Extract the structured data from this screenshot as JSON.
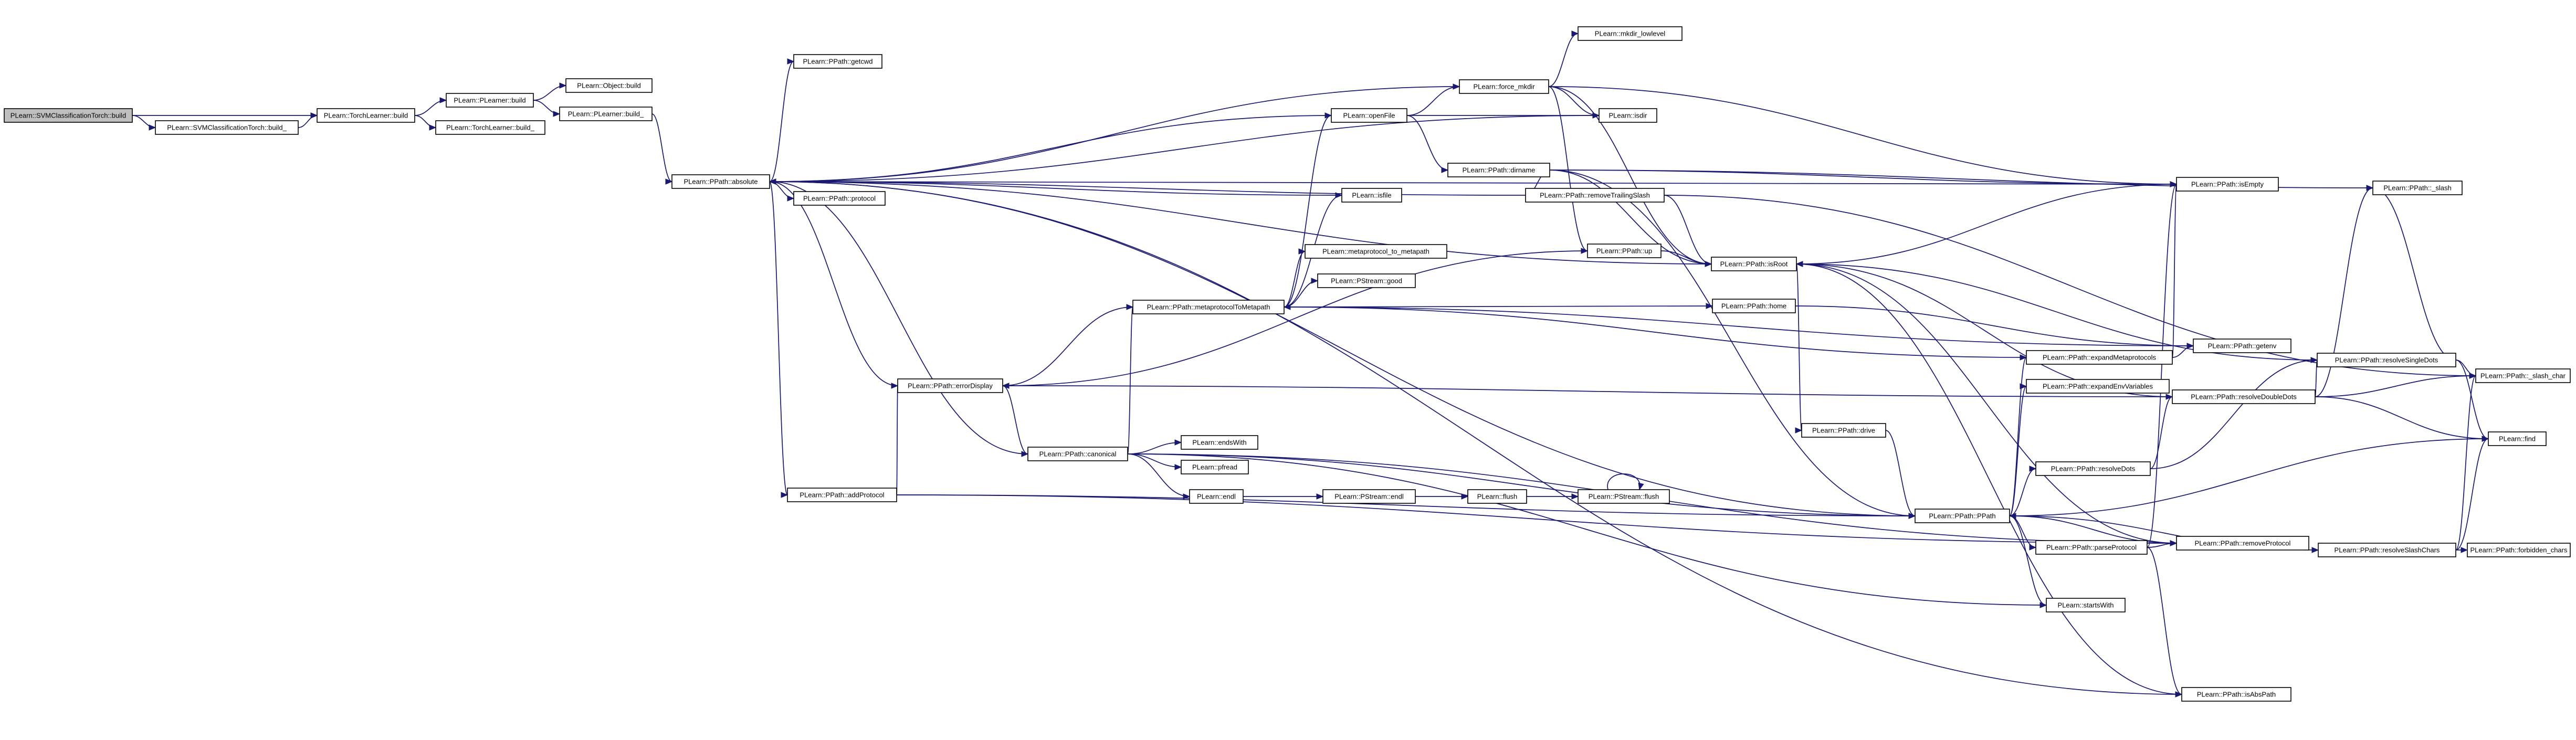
{
  "colors": {
    "edge": "#191970",
    "node_border": "#000000",
    "node_fill": "#ffffff",
    "root_fill": "#bfbfbf",
    "background": "#ffffff"
  },
  "nodes": [
    {
      "id": "n_svm_build",
      "label": "PLearn::SVMClassificationTorch::build",
      "root": true
    },
    {
      "id": "n_svm_build_",
      "label": "PLearn::SVMClassificationTorch::build_"
    },
    {
      "id": "n_tl_build",
      "label": "PLearn::TorchLearner::build"
    },
    {
      "id": "n_pl_build",
      "label": "PLearn::PLearner::build"
    },
    {
      "id": "n_tl_build_",
      "label": "PLearn::TorchLearner::build_"
    },
    {
      "id": "n_obj_build",
      "label": "PLearn::Object::build"
    },
    {
      "id": "n_pl_build_",
      "label": "PLearn::PLearner::build_"
    },
    {
      "id": "n_absolute",
      "label": "PLearn::PPath::absolute"
    },
    {
      "id": "n_getcwd",
      "label": "PLearn::PPath::getcwd"
    },
    {
      "id": "n_protocol",
      "label": "PLearn::PPath::protocol"
    },
    {
      "id": "n_addProtocol",
      "label": "PLearn::PPath::addProtocol"
    },
    {
      "id": "n_errorDisplay",
      "label": "PLearn::PPath::errorDisplay"
    },
    {
      "id": "n_canonical",
      "label": "PLearn::PPath::canonical"
    },
    {
      "id": "n_metaToMeta",
      "label": "PLearn::PPath::metaprotocolToMetapath"
    },
    {
      "id": "n_openFile",
      "label": "PLearn::openFile"
    },
    {
      "id": "n_isfile",
      "label": "PLearn::isfile"
    },
    {
      "id": "n_mp_to_metapath",
      "label": "PLearn::metaprotocol_to_metapath"
    },
    {
      "id": "n_ps_good",
      "label": "PLearn::PStream::good"
    },
    {
      "id": "n_endsWith",
      "label": "PLearn::endsWith"
    },
    {
      "id": "n_pfread",
      "label": "PLearn::pfread"
    },
    {
      "id": "n_endl",
      "label": "PLearn::endl"
    },
    {
      "id": "n_ps_endl",
      "label": "PLearn::PStream::endl"
    },
    {
      "id": "n_flush",
      "label": "PLearn::flush"
    },
    {
      "id": "n_ps_flush",
      "label": "PLearn::PStream::flush"
    },
    {
      "id": "n_force_mkdir",
      "label": "PLearn::force_mkdir"
    },
    {
      "id": "n_mkdir_lowlevel",
      "label": "PLearn::mkdir_lowlevel"
    },
    {
      "id": "n_isdir",
      "label": "PLearn::isdir"
    },
    {
      "id": "n_dirname",
      "label": "PLearn::PPath::dirname"
    },
    {
      "id": "n_removeTrailingSlash",
      "label": "PLearn::PPath::removeTrailingSlash"
    },
    {
      "id": "n_up",
      "label": "PLearn::PPath::up"
    },
    {
      "id": "n_isRoot",
      "label": "PLearn::PPath::isRoot"
    },
    {
      "id": "n_home",
      "label": "PLearn::PPath::home"
    },
    {
      "id": "n_drive",
      "label": "PLearn::PPath::drive"
    },
    {
      "id": "n_pp_ctor",
      "label": "PLearn::PPath::PPath"
    },
    {
      "id": "n_expandMeta",
      "label": "PLearn::PPath::expandMetaprotocols"
    },
    {
      "id": "n_expandEnv",
      "label": "PLearn::PPath::expandEnvVariables"
    },
    {
      "id": "n_resolveDots",
      "label": "PLearn::PPath::resolveDots"
    },
    {
      "id": "n_parseProtocol",
      "label": "PLearn::PPath::parseProtocol"
    },
    {
      "id": "n_startsWith",
      "label": "PLearn::startsWith"
    },
    {
      "id": "n_isAbsPath",
      "label": "PLearn::PPath::isAbsPath"
    },
    {
      "id": "n_isEmpty",
      "label": "PLearn::PPath::isEmpty"
    },
    {
      "id": "n_getenv",
      "label": "PLearn::PPath::getenv"
    },
    {
      "id": "n_removeProtocol",
      "label": "PLearn::PPath::removeProtocol"
    },
    {
      "id": "n_resolveDoubleDots",
      "label": "PLearn::PPath::resolveDoubleDots"
    },
    {
      "id": "n_resolveSingleDots",
      "label": "PLearn::PPath::resolveSingleDots"
    },
    {
      "id": "n_resolveSlashChars",
      "label": "PLearn::PPath::resolveSlashChars"
    },
    {
      "id": "n_slash",
      "label": "PLearn::PPath::_slash"
    },
    {
      "id": "n_slash_char",
      "label": "PLearn::PPath::_slash_char"
    },
    {
      "id": "n_find",
      "label": "PLearn::find"
    },
    {
      "id": "n_forbidden",
      "label": "PLearn::PPath::forbidden_chars"
    }
  ],
  "edges": [
    [
      "n_svm_build",
      "n_svm_build_"
    ],
    [
      "n_svm_build",
      "n_tl_build"
    ],
    [
      "n_svm_build_",
      "n_tl_build"
    ],
    [
      "n_tl_build",
      "n_pl_build"
    ],
    [
      "n_tl_build",
      "n_tl_build_"
    ],
    [
      "n_pl_build",
      "n_obj_build"
    ],
    [
      "n_pl_build",
      "n_pl_build_"
    ],
    [
      "n_pl_build_",
      "n_absolute"
    ],
    [
      "n_absolute",
      "n_getcwd"
    ],
    [
      "n_absolute",
      "n_protocol"
    ],
    [
      "n_absolute",
      "n_addProtocol"
    ],
    [
      "n_absolute",
      "n_isAbsPath"
    ],
    [
      "n_absolute",
      "n_isEmpty"
    ],
    [
      "n_absolute",
      "n_pp_ctor"
    ],
    [
      "n_addProtocol",
      "n_errorDisplay"
    ],
    [
      "n_addProtocol",
      "n_pp_ctor"
    ],
    [
      "n_addProtocol",
      "n_removeProtocol"
    ],
    [
      "n_errorDisplay",
      "n_absolute"
    ],
    [
      "n_errorDisplay",
      "n_canonical"
    ],
    [
      "n_canonical",
      "n_metaToMeta"
    ],
    [
      "n_canonical",
      "n_endsWith"
    ],
    [
      "n_canonical",
      "n_pfread"
    ],
    [
      "n_canonical",
      "n_endl"
    ],
    [
      "n_canonical",
      "n_startsWith"
    ],
    [
      "n_canonical",
      "n_pp_ctor"
    ],
    [
      "n_canonical",
      "n_removeProtocol"
    ],
    [
      "n_canonical",
      "n_absolute"
    ],
    [
      "n_endl",
      "n_ps_endl"
    ],
    [
      "n_ps_endl",
      "n_flush"
    ],
    [
      "n_flush",
      "n_ps_flush"
    ],
    [
      "n_ps_flush",
      "n_ps_flush"
    ],
    [
      "n_metaToMeta",
      "n_openFile"
    ],
    [
      "n_metaToMeta",
      "n_isfile"
    ],
    [
      "n_metaToMeta",
      "n_mp_to_metapath"
    ],
    [
      "n_metaToMeta",
      "n_ps_good"
    ],
    [
      "n_metaToMeta",
      "n_home"
    ],
    [
      "n_metaToMeta",
      "n_getenv"
    ],
    [
      "n_metaToMeta",
      "n_errorDisplay"
    ],
    [
      "n_isfile",
      "n_absolute"
    ],
    [
      "n_openFile",
      "n_force_mkdir"
    ],
    [
      "n_openFile",
      "n_isdir"
    ],
    [
      "n_openFile",
      "n_dirname"
    ],
    [
      "n_openFile",
      "n_absolute"
    ],
    [
      "n_force_mkdir",
      "n_mkdir_lowlevel"
    ],
    [
      "n_force_mkdir",
      "n_isdir"
    ],
    [
      "n_force_mkdir",
      "n_isEmpty"
    ],
    [
      "n_force_mkdir",
      "n_up"
    ],
    [
      "n_force_mkdir",
      "n_isRoot"
    ],
    [
      "n_force_mkdir",
      "n_absolute"
    ],
    [
      "n_isdir",
      "n_absolute"
    ],
    [
      "n_dirname",
      "n_removeTrailingSlash"
    ],
    [
      "n_dirname",
      "n_isEmpty"
    ],
    [
      "n_dirname",
      "n_isRoot"
    ],
    [
      "n_dirname",
      "n_pp_ctor"
    ],
    [
      "n_dirname",
      "n_slash"
    ],
    [
      "n_removeTrailingSlash",
      "n_absolute"
    ],
    [
      "n_removeTrailingSlash",
      "n_isRoot"
    ],
    [
      "n_removeTrailingSlash",
      "n_slash_char"
    ],
    [
      "n_up",
      "n_isRoot"
    ],
    [
      "n_up",
      "n_errorDisplay"
    ],
    [
      "n_isRoot",
      "n_drive"
    ],
    [
      "n_isRoot",
      "n_isEmpty"
    ],
    [
      "n_isRoot",
      "n_removeProtocol"
    ],
    [
      "n_isRoot",
      "n_isAbsPath"
    ],
    [
      "n_isRoot",
      "n_absolute"
    ],
    [
      "n_drive",
      "n_pp_ctor"
    ],
    [
      "n_home",
      "n_getenv"
    ],
    [
      "n_pp_ctor",
      "n_expandMeta"
    ],
    [
      "n_pp_ctor",
      "n_expandEnv"
    ],
    [
      "n_pp_ctor",
      "n_resolveDots"
    ],
    [
      "n_pp_ctor",
      "n_parseProtocol"
    ],
    [
      "n_pp_ctor",
      "n_startsWith"
    ],
    [
      "n_pp_ctor",
      "n_resolveSlashChars"
    ],
    [
      "n_pp_ctor",
      "n_find"
    ],
    [
      "n_expandMeta",
      "n_getenv"
    ],
    [
      "n_expandMeta",
      "n_isEmpty"
    ],
    [
      "n_expandMeta",
      "n_metaToMeta"
    ],
    [
      "n_resolveDots",
      "n_resolveDoubleDots"
    ],
    [
      "n_resolveDots",
      "n_resolveSingleDots"
    ],
    [
      "n_resolveDoubleDots",
      "n_errorDisplay"
    ],
    [
      "n_resolveDoubleDots",
      "n_find"
    ],
    [
      "n_resolveDoubleDots",
      "n_isRoot"
    ],
    [
      "n_resolveDoubleDots",
      "n_slash"
    ],
    [
      "n_resolveDoubleDots",
      "n_slash_char"
    ],
    [
      "n_resolveDoubleDots",
      "n_resolveSingleDots"
    ],
    [
      "n_resolveSingleDots",
      "n_find"
    ],
    [
      "n_resolveSingleDots",
      "n_slash"
    ],
    [
      "n_resolveSingleDots",
      "n_slash_char"
    ],
    [
      "n_resolveSingleDots",
      "n_isRoot"
    ],
    [
      "n_parseProtocol",
      "n_isAbsPath"
    ],
    [
      "n_parseProtocol",
      "n_isEmpty"
    ],
    [
      "n_parseProtocol",
      "n_removeProtocol"
    ],
    [
      "n_removeProtocol",
      "n_pp_ctor"
    ],
    [
      "n_resolveSlashChars",
      "n_forbidden"
    ],
    [
      "n_resolveSlashChars",
      "n_slash_char"
    ],
    [
      "n_resolveSlashChars",
      "n_find"
    ]
  ]
}
